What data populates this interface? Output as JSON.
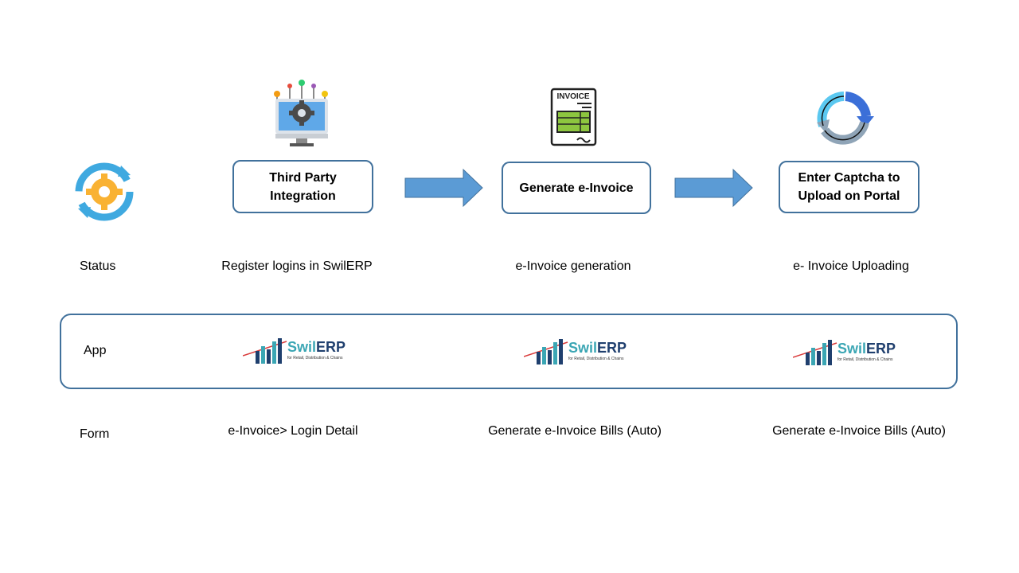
{
  "steps": [
    {
      "label": "Third Party\nIntegration"
    },
    {
      "label": "Generate e-Invoice"
    },
    {
      "label": "Enter Captcha to\nUpload on Portal"
    }
  ],
  "icons": {
    "status": "gear-sync-icon",
    "step1": "monitor-gear-network-icon",
    "step2": "invoice-document-icon",
    "step3": "refresh-cycle-icon"
  },
  "rows": {
    "status": {
      "label": "Status",
      "values": [
        "Register logins in SwilERP",
        "e-Invoice generation",
        "e- Invoice Uploading"
      ]
    },
    "app": {
      "label": "App",
      "logo": {
        "word_main": "Swil",
        "word_accent": "ERP",
        "tagline": "for Retail, Distribution & Chains"
      }
    },
    "form": {
      "label": "Form",
      "values": [
        "e-Invoice> Login Detail",
        "Generate e-Invoice Bills (Auto)",
        "Generate e-Invoice Bills (Auto)"
      ]
    }
  },
  "invoice_icon_text": "INVOICE",
  "colors": {
    "box_border": "#41719c",
    "arrow": "#5b9bd5",
    "logo_teal": "#3ba6b4",
    "logo_navy": "#1f3f6e"
  }
}
